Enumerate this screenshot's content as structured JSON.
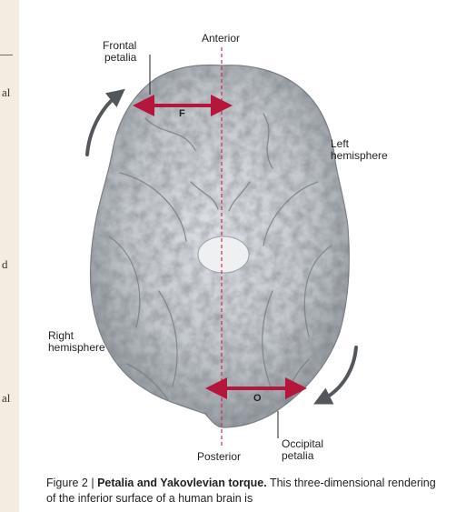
{
  "sidebar_fragments": [
    "al",
    "d",
    "al"
  ],
  "labels": {
    "anterior": "Anterior",
    "posterior": "Posterior",
    "frontal_petalia": [
      "Frontal",
      "petalia"
    ],
    "occipital_petalia": [
      "Occipital",
      "petalia"
    ],
    "left_hemisphere": [
      "Left",
      "hemisphere"
    ],
    "right_hemisphere": [
      "Right",
      "hemisphere"
    ],
    "frontal_marker": "F",
    "occipital_marker": "O"
  },
  "caption": {
    "figure_number": "Figure 2 | ",
    "title": "Petalia and Yakovlevian torque.",
    "body": " This three-dimensional rendering of the inferior surface of a human brain is"
  },
  "colors": {
    "arrow_red": "#b5173c",
    "curved_arrow": "#53575b",
    "midline": "#d22b4f",
    "brain_base": "#b9bec4",
    "sidebar_bg": "#f4ece0"
  }
}
